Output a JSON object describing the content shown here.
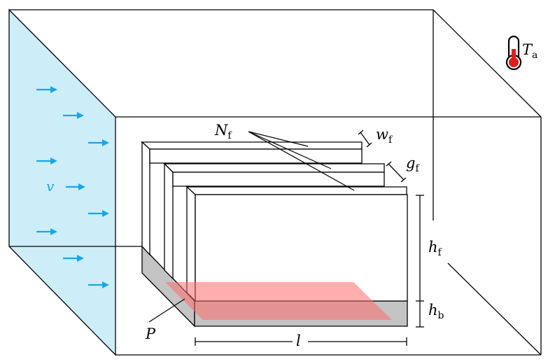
{
  "labels": {
    "n_main": "N",
    "n_sub": "f",
    "w_main": "w",
    "w_sub": "f",
    "g_main": "g",
    "g_sub": "f",
    "hf_main": "h",
    "hf_sub": "f",
    "hb_main": "h",
    "hb_sub": "b",
    "l": "l",
    "p": "P",
    "v": "v",
    "ta_main": "T",
    "ta_sub": "a"
  },
  "colors": {
    "inlet_face": "#cdeef9",
    "arrow": "#1aa6e6",
    "base": "#c4c4c4",
    "heat_source": "#ff6b6b",
    "thermometer_bulb": "#e51b1b"
  },
  "icons": {
    "thermometer": "thermometer-icon"
  }
}
